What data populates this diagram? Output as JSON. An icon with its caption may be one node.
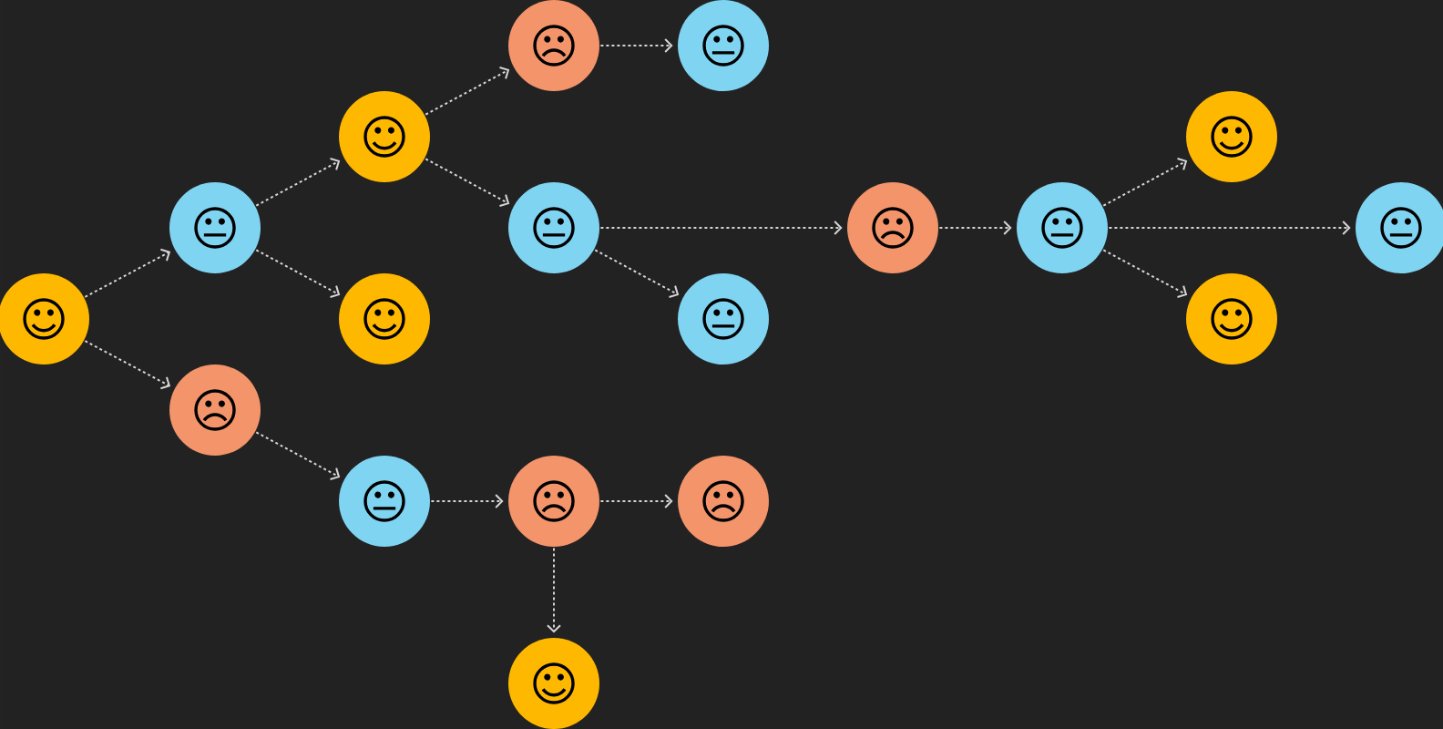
{
  "diagram": {
    "nodes": [
      {
        "text": [
          "☺"
        ]
      },
      {
        "text": [
          "😐"
        ]
      },
      {
        "text": [
          "☹"
        ]
      },
      {
        "text": [
          "☺"
        ]
      },
      {
        "text": [
          "☺"
        ]
      },
      {
        "text": [
          "☹"
        ]
      },
      {
        "text": [
          "😐"
        ]
      },
      {
        "text": [
          "😐"
        ]
      },
      {
        "text": [
          "😐"
        ]
      },
      {
        "text": [
          "☹"
        ]
      },
      {
        "text": [
          "😐"
        ]
      },
      {
        "text": [
          "☺"
        ]
      },
      {
        "text": [
          "☺"
        ]
      },
      {
        "text": [
          "😐"
        ]
      },
      {
        "text": [
          "😐"
        ]
      },
      {
        "text": [
          "☹"
        ]
      },
      {
        "text": [
          "☹"
        ]
      },
      {
        "text": [
          "☺"
        ]
      }
    ],
    "edges": [
      {
        "from": 0,
        "to": 1,
        "arrow": "to"
      },
      {
        "from": 0,
        "to": 2,
        "arrow": "to"
      },
      {
        "from": 1,
        "to": 3,
        "arrow": "to"
      },
      {
        "from": 1,
        "to": 4,
        "arrow": "to"
      },
      {
        "from": 3,
        "to": 5,
        "arrow": "to"
      },
      {
        "from": 3,
        "to": 6,
        "arrow": "to"
      },
      {
        "from": 5,
        "to": 7,
        "arrow": "to"
      },
      {
        "from": 6,
        "to": 9,
        "arrow": "to"
      },
      {
        "from": 6,
        "to": 8,
        "arrow": "to"
      },
      {
        "from": 9,
        "to": 10,
        "arrow": "to"
      },
      {
        "from": 10,
        "to": 11,
        "arrow": "to"
      },
      {
        "from": 10,
        "to": 12,
        "arrow": "to"
      },
      {
        "from": 10,
        "to": 13,
        "arrow": "to"
      },
      {
        "from": 2,
        "to": 14,
        "arrow": "to"
      },
      {
        "from": 14,
        "to": 15,
        "arrow": "to"
      },
      {
        "from": 15,
        "to": 16,
        "arrow": "to"
      },
      {
        "from": 15,
        "to": 17,
        "arrow": "to"
      }
    ]
  }
}
